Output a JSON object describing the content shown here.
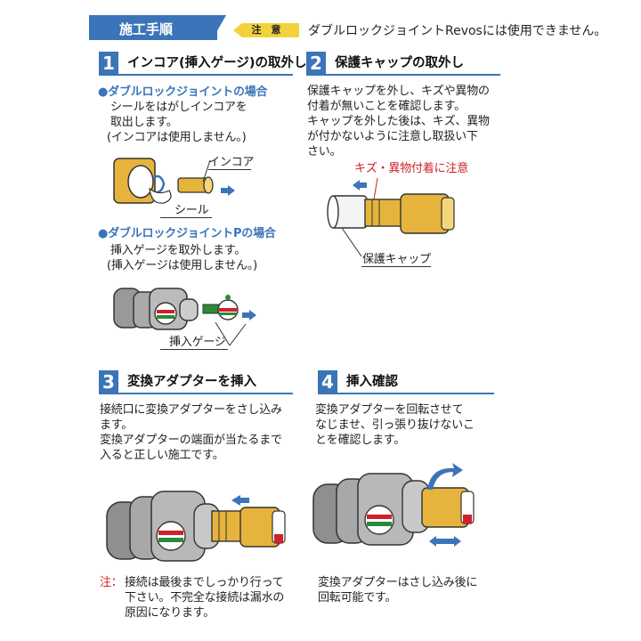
{
  "header": {
    "title": "施工手順",
    "caution_label": "注　意",
    "caution_text": "ダブルロックジョイントRevosには使用できません。"
  },
  "steps": [
    {
      "number": "1",
      "title": "インコア(挿入ゲージ)の取外し",
      "sub1": {
        "heading": "●ダブルロックジョイントの場合",
        "lines": [
          "シールをはがしインコアを",
          "取出します。",
          "(インコアは使用しません。)"
        ],
        "labels": {
          "incore": "インコア",
          "seal": "シール"
        }
      },
      "sub2": {
        "heading": "●ダブルロックジョイントPの場合",
        "lines": [
          "挿入ゲージを取外します。",
          "(挿入ゲージは使用しません。)"
        ],
        "labels": {
          "gauge": "挿入ゲージ"
        }
      }
    },
    {
      "number": "2",
      "title": "保護キャップの取外し",
      "lines": [
        "保護キャップを外し、キズや異物の",
        "付着が無いことを確認します。",
        "キャップを外した後は、キズ、異物",
        "が付かないように注意し取扱い下",
        "さい。"
      ],
      "labels": {
        "warning": "キズ・異物付着に注意",
        "cap": "保護キャップ"
      }
    },
    {
      "number": "3",
      "title": "変換アダプターを挿入",
      "lines": [
        "接続口に変換アダプターをさし込み",
        "ます。",
        "変換アダプターの端面が当たるまで",
        "入ると正しい施工です。"
      ],
      "note_label": "注：",
      "note_lines": [
        "接続は最後までしっかり行って",
        "下さい。不完全な接続は漏水の",
        "原因になります。"
      ]
    },
    {
      "number": "4",
      "title": "挿入確認",
      "lines": [
        "変換アダプターを回転させて",
        "なじませ、引っ張り抜けないこ",
        "とを確認します。"
      ],
      "bottom_lines": [
        "変換アダプターはさし込み後に",
        "回転可能です。"
      ]
    }
  ],
  "colors": {
    "accent_blue": "#3b74b8",
    "caution_yellow": "#f2d23a",
    "warning_red": "#d0202a",
    "brass": "#e6b43c"
  },
  "icons": [
    "arrow-right-icon",
    "arrow-left-icon",
    "double-arrow-icon",
    "rotate-arrow-icon"
  ]
}
